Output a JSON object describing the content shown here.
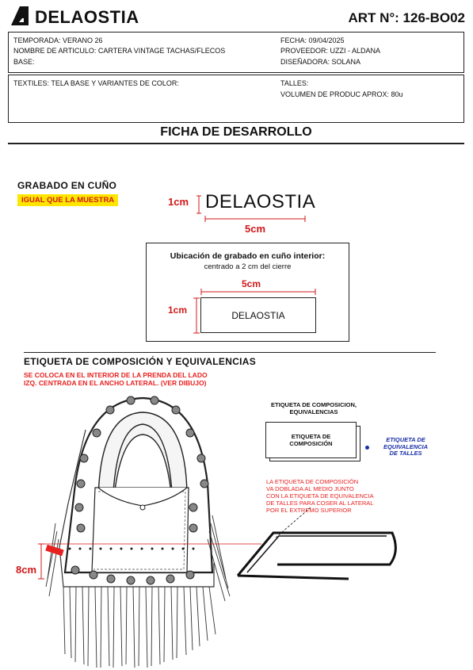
{
  "header": {
    "brand": "DELAOSTIA",
    "art_number": "ART N°: 126-BO02"
  },
  "info": {
    "temporada": "TEMPORADA: VERANO 26",
    "nombre": "NOMBRE DE ARTICULO:   CARTERA VINTAGE TACHAS/FLECOS",
    "base": "BASE:",
    "fecha": "FECHA:  09/04/2025",
    "proveedor": "PROVEEDOR:  UZZI - ALDANA",
    "disenadora": "DISEÑADORA:  SOLANA",
    "textiles": "TEXTILES: TELA BASE Y VARIANTES DE COLOR:",
    "talles": "TALLES:",
    "volumen": "VOLUMEN DE PRODUC APROX: 80u"
  },
  "title": "FICHA DE DESARROLLO",
  "grabado": {
    "title": "GRABADO EN CUÑO",
    "badge": "IGUAL QUE LA MUESTRA",
    "height_label": "1cm",
    "logo_text": "DELAOSTIA",
    "width_label": "5cm",
    "ubicacion_title": "Ubicación de grabado en cuño interior:",
    "ubicacion_sub": "centrado a 2 cm del cierre",
    "box_width_label": "5cm",
    "box_height_label": "1cm",
    "box_text": "DELAOSTIA"
  },
  "etiqueta": {
    "title": "ETIQUETA DE COMPOSICIÓN Y EQUIVALENCIAS",
    "instruction_1": "SE COLOCA EN EL INTERIOR DE LA PRENDA DEL LADO",
    "instruction_2": "IZQ. CENTRADA EN EL ANCHO LATERAL. (VER DIBUJO)",
    "label_top_1": "ETIQUETA DE COMPOSICION,",
    "label_top_2": "EQUIVALENCIAS",
    "label_inner_1": "ETIQUETA DE",
    "label_inner_2": "COMPOSICIÓN",
    "equiv_1": "ETIQUETA DE",
    "equiv_2": "EQUIVALENCIA",
    "equiv_3": "DE TALLES",
    "note_1": "LA ETIQUETA DE COMPOSICIÓN",
    "note_2": "VA DOBLADA AL MEDIO JUNTO",
    "note_3": "CON LA ETIQUETA DE EQUIVALENCIA",
    "note_4": "DE TALLES PARA COSER AL LATERAL",
    "note_5": "POR EL EXTREMO SUPERIOR",
    "measure": "8cm"
  },
  "colors": {
    "accent_red": "#d01818",
    "highlight_yellow": "#ffe600",
    "equiv_blue": "#1a2fa8"
  }
}
